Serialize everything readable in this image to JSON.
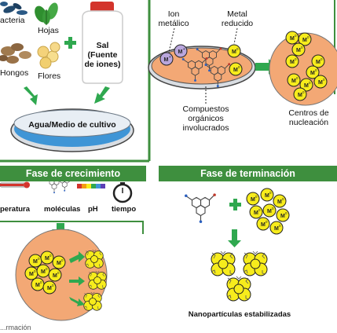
{
  "panel1": {
    "organisms": [
      "acteria",
      "Hojas",
      "Hongos",
      "Flores"
    ],
    "salt": "Sal (Fuente de iones)",
    "salt_lines": [
      "Sal",
      "(Fuente",
      "de iones)"
    ],
    "dish": "Agua/Medio de cultivo"
  },
  "panel2": {
    "ion_lines": [
      "Ion",
      "metálico"
    ],
    "metal_lines": [
      "Metal",
      "reducido"
    ],
    "compounds_lines": [
      "Compuestos",
      "orgánicos",
      "involucrados"
    ],
    "nucleation_lines": [
      "Centros de",
      "nucleación"
    ],
    "ion_symbol": "M",
    "ion_sup": "+",
    "metal_sup": "0"
  },
  "growth": {
    "title": "Fase de crecimiento",
    "factors": [
      "peratura",
      "moléculas",
      "pH",
      "tiempo"
    ],
    "bottom": "...rmación"
  },
  "termination": {
    "title": "Fase de terminación",
    "result": "Nanopartículas estabilizadas"
  },
  "colors": {
    "green_bar": "#3e8f3e",
    "arrow_green": "#2fa84f",
    "orange": "#f3a875",
    "yellow": "#f7ec1c",
    "violet": "#b9a6dd",
    "blue": "#3f95d6"
  }
}
